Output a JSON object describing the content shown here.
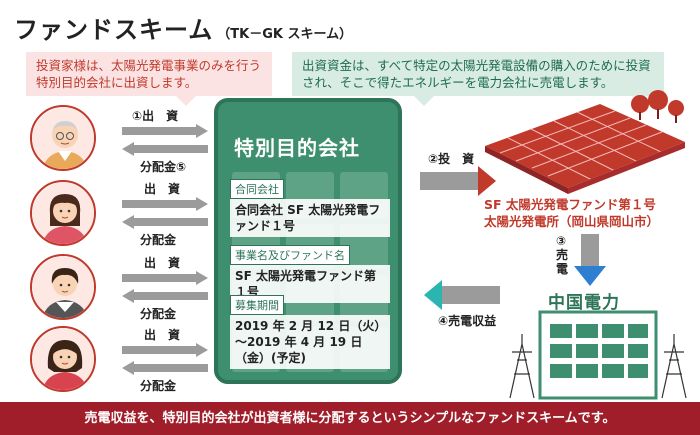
{
  "title": {
    "main": "ファンドスキーム",
    "sub": "（TK－GK スキーム）"
  },
  "notes": {
    "investor": "投資家様は、太陽光発電事業のみを行う特別目的会社に出資します。",
    "capital": "出資資金は、すべて特定の太陽光発電設備の購入のために投資され、そこで得たエネルギーを電力会社に売電します。"
  },
  "investors": [
    {
      "icon": "elderly-man-icon",
      "invest_label": "①出　資",
      "dividend_label": "分配金⑤"
    },
    {
      "icon": "woman-icon",
      "invest_label": "出　資",
      "dividend_label": "分配金"
    },
    {
      "icon": "elderly-woman-icon",
      "invest_label": "出　資",
      "dividend_label": "分配金"
    },
    {
      "icon": "young-woman-icon",
      "invest_label": "出　資",
      "dividend_label": "分配金"
    }
  ],
  "spv": {
    "heading": "特別目的会社",
    "fields": [
      {
        "label": "合同会社",
        "value": "合同会社 SF 太陽光発電ファンド１号"
      },
      {
        "label": "事業名及びファンド名",
        "value": "SF 太陽光発電ファンド第１号"
      },
      {
        "label": "募集期間",
        "value": "2019 年 2 月 12 日（火）～2019 年 4 月 19 日（金）(予定)"
      }
    ]
  },
  "flows": {
    "investment": "②投　資",
    "sale": "③売電",
    "revenue": "④売電収益"
  },
  "plant": {
    "fund_line1": "SF 太陽光発電ファンド第１号",
    "fund_line2": "太陽光発電所（岡山県岡山市）"
  },
  "utility": {
    "name": "中国電力"
  },
  "footer": "売電収益を、特別目的会社が出資者様に分配するというシンプルなファンドスキームです。",
  "colors": {
    "red": "#c0392b",
    "green": "#3d8f6f",
    "footer": "#a01e2a",
    "gray_arrow": "#9b9b9b"
  }
}
